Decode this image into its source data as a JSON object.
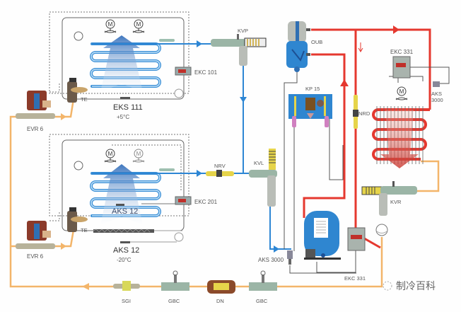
{
  "diagram": {
    "colors": {
      "liquid_line": "#f3b56a",
      "suction_line": "#2d86d4",
      "discharge_line": "#e5382f",
      "wiring": "#555555",
      "evaporator_coil": "#3b8fd6",
      "condenser_coil": "#e5382f"
    },
    "evaporator_top": {
      "controller": "EKC 101",
      "sensor": "EKS 111",
      "temperature": "+5°C",
      "expansion_valve": "TE",
      "solenoid_valve": "EVR 6"
    },
    "evaporator_bottom": {
      "controller": "EKC 201",
      "sensor_inner": "AKS 12",
      "sensor": "AKS 12",
      "temperature": "-20°C",
      "expansion_valve": "TE",
      "solenoid_valve": "EVR 6"
    },
    "suction_side": {
      "evaporating_pressure_regulator": "KVP",
      "check_valve": "NRV",
      "crankcase_pressure_regulator": "KVL",
      "pressure_transmitter": "AKS 3000"
    },
    "compressor_side": {
      "oil_separator": "OUB",
      "pressure_switch": "KP 15",
      "compressor_controller": "EKC 331"
    },
    "condenser_side": {
      "controller": "EKC 331",
      "pressure_transmitter": "AKS",
      "pressure_transmitter_model": "3000",
      "check_valve": "NRD",
      "receiver_pressure_regulator": "KVR"
    },
    "liquid_line": {
      "components": [
        "SGI",
        "GBC",
        "DN",
        "GBC"
      ]
    },
    "fan_motor_symbol": "M",
    "watermark": "制冷百科"
  }
}
